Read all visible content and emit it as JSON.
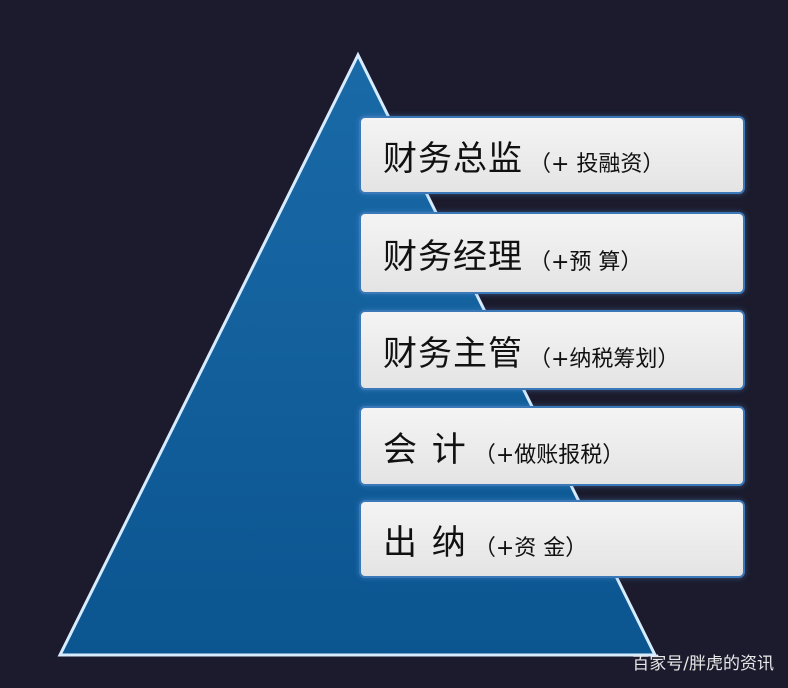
{
  "levels": [
    {
      "title": "财务总监",
      "note": "（+  投融资）"
    },
    {
      "title": "财务经理",
      "note": "（+预    算）"
    },
    {
      "title": "财务主管",
      "note": "（+纳税筹划）"
    },
    {
      "title": "会      计",
      "note": "（+做账报税）"
    },
    {
      "title": "出      纳",
      "note": "（+资    金）"
    }
  ],
  "watermark": "百家号/胖虎的资讯",
  "colors": {
    "background": "#1b1b2d",
    "pyramid_fill": "#0d5a96",
    "pyramid_outline": "#d8ecff",
    "box_fill": "#eeeeee",
    "box_border": "#3a78b8"
  }
}
